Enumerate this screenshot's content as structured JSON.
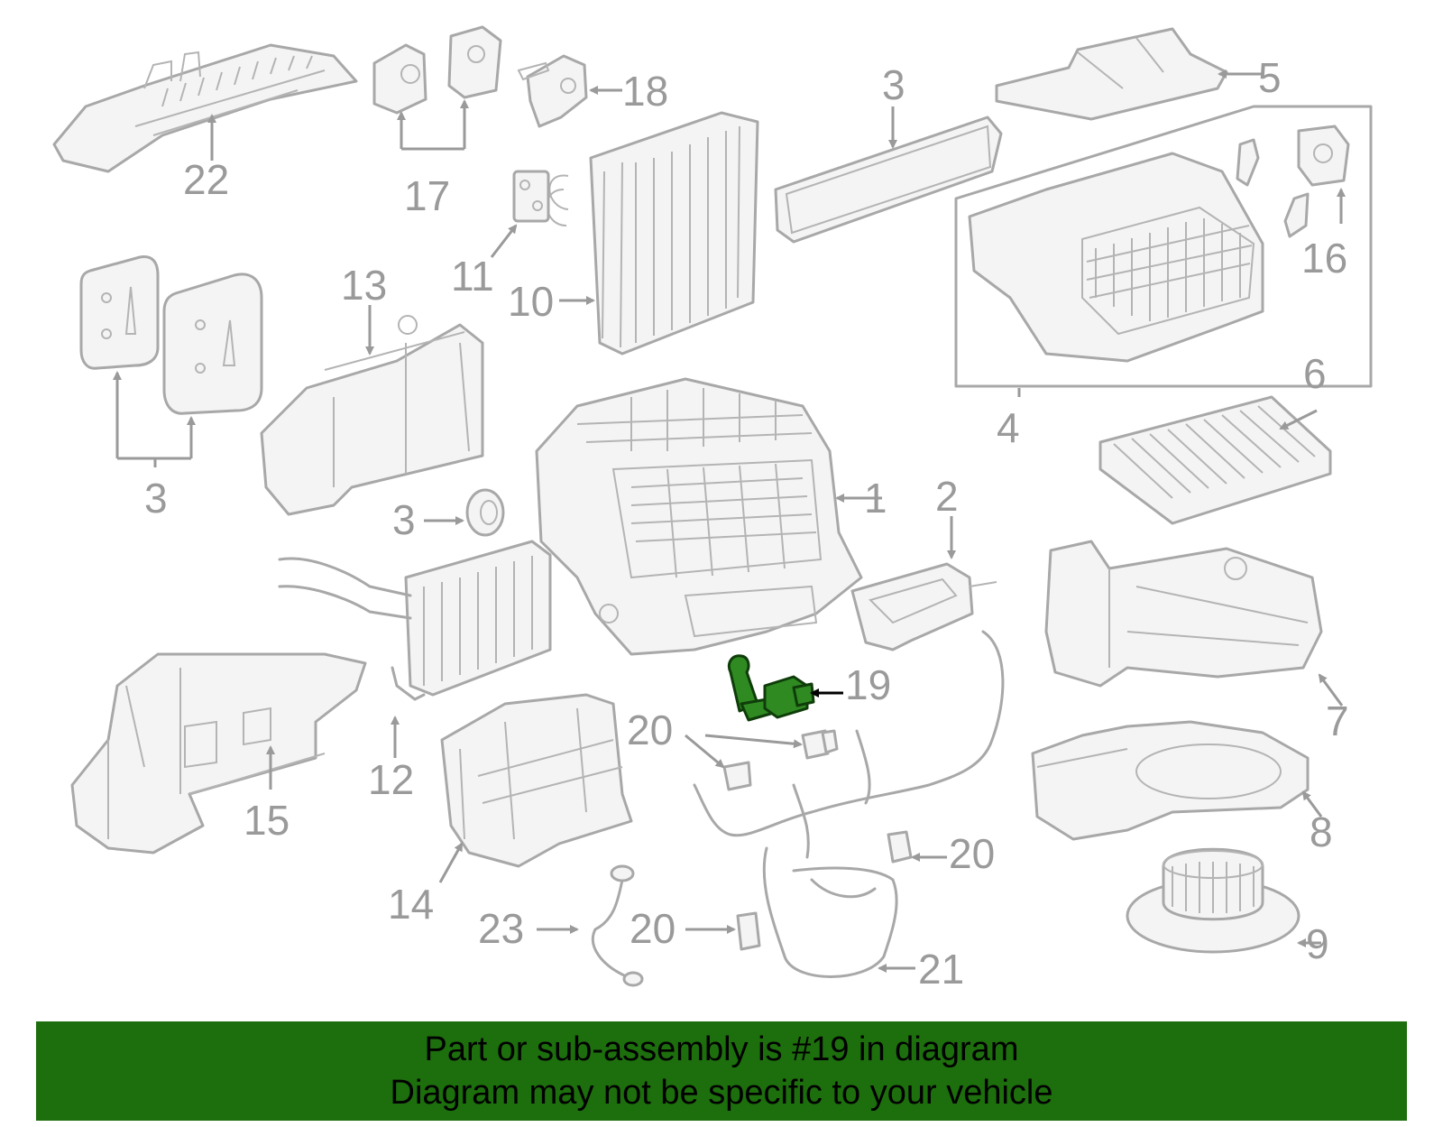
{
  "callouts": {
    "c1": "1",
    "c2": "2",
    "c3a": "3",
    "c3b": "3",
    "c3c": "3",
    "c4": "4",
    "c5": "5",
    "c6": "6",
    "c7": "7",
    "c8": "8",
    "c9": "9",
    "c10": "10",
    "c11": "11",
    "c12": "12",
    "c13": "13",
    "c14": "14",
    "c15": "15",
    "c16": "16",
    "c17": "17",
    "c18": "18",
    "c19": "19",
    "c20a": "20",
    "c20b": "20",
    "c20c": "20",
    "c21": "21",
    "c22": "22",
    "c23": "23"
  },
  "highlight_color": "#2f8a22",
  "banner": {
    "line1": "Part or sub-assembly is #19 in diagram",
    "line2": "Diagram may not be specific to your vehicle",
    "color": "#1d6e0d"
  }
}
